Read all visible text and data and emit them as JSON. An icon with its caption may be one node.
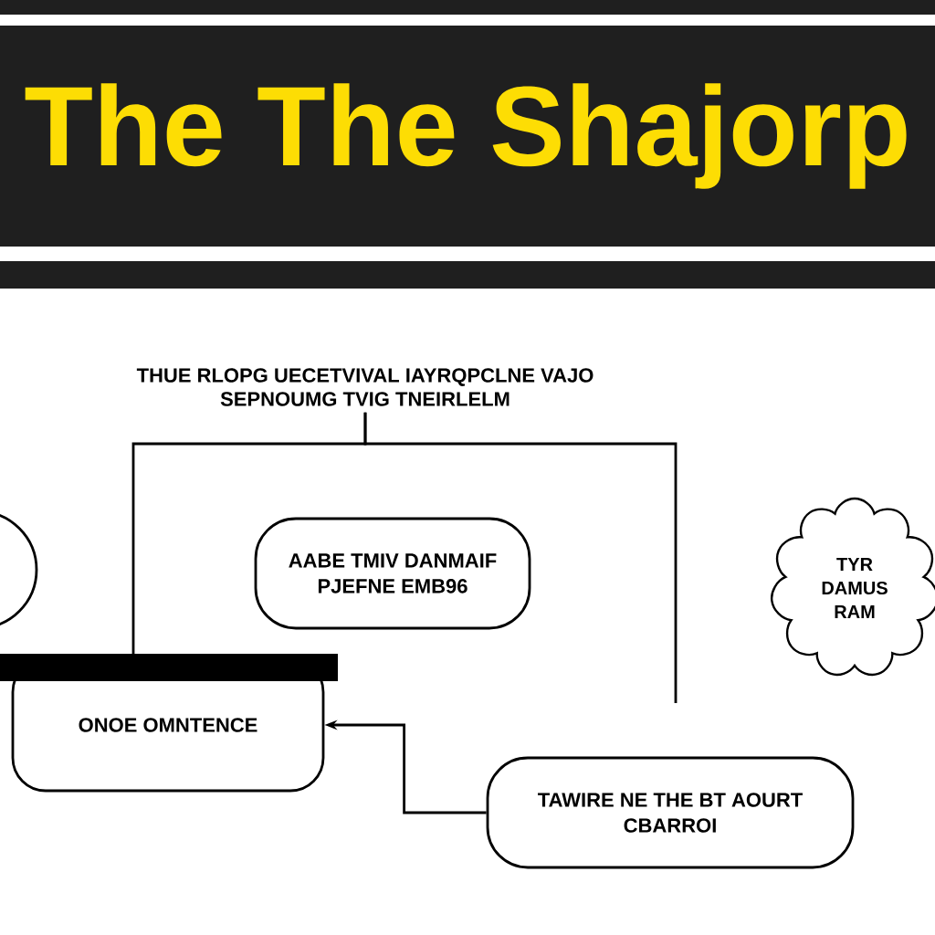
{
  "diagram": {
    "title": "The The Shajorp",
    "nodes": [
      {
        "text": [
          "THUE RLOPG UECETVIVAL IAYRQPCLNE VAJO SEPNOUMG TVIG TNEIRLELM"
        ]
      },
      {
        "text": [],
        "shape": "circle"
      },
      {
        "text": [
          "AABE TMIV DANMAIF PJEFNE EMB96"
        ]
      },
      {
        "text": [
          "TYR DAMUS RAM"
        ]
      },
      {
        "text": [
          "ONOE OMNTENCE"
        ]
      },
      {
        "text": [
          "TAWIRE NE THE BT AOURT CBARROI"
        ]
      }
    ],
    "edges": [
      {
        "from": 0,
        "to": 4,
        "arrow": "none"
      },
      {
        "from": 0,
        "to": null,
        "arrow": "none"
      },
      {
        "from": 5,
        "to": 4,
        "arrow": "to"
      }
    ]
  }
}
